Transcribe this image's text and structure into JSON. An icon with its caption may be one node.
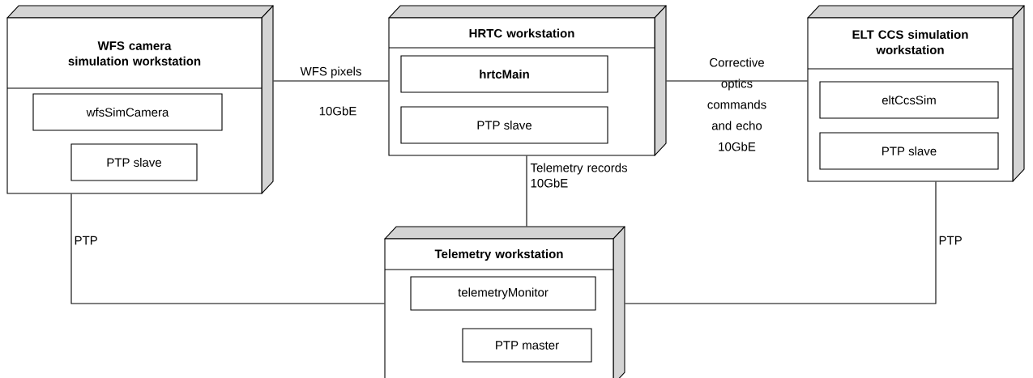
{
  "diagram": {
    "nodes": [
      {
        "text": [
          "WFS camera simulation workstation"
        ]
      },
      {
        "text": [
          "wfsSimCamera"
        ],
        "in": 0
      },
      {
        "text": [
          "PTP slave"
        ],
        "in": 0
      },
      {
        "text": [
          "HRTC workstation"
        ]
      },
      {
        "text": [
          "hrtcMain"
        ],
        "in": 3
      },
      {
        "text": [
          "PTP slave"
        ],
        "in": 3
      },
      {
        "text": [
          "ELT CCS simulation workstation"
        ]
      },
      {
        "text": [
          "eltCcsSim"
        ],
        "in": 6
      },
      {
        "text": [
          "PTP slave"
        ],
        "in": 6
      },
      {
        "text": [
          "Telemetry workstation"
        ]
      },
      {
        "text": [
          "telemetryMonitor"
        ],
        "in": 9
      },
      {
        "text": [
          "PTP master"
        ],
        "in": 9
      }
    ],
    "edges": [
      {
        "from": 0,
        "to": 3,
        "arrow": "none",
        "label": "WFS pixels"
      },
      {
        "from": 3,
        "to": 6,
        "arrow": "none",
        "label": "Corrective optics commands and echo 10GbE"
      },
      {
        "from": 3,
        "to": 9,
        "arrow": "none",
        "label": "Telemetry records 10GbE"
      },
      {
        "from": 0,
        "to": 9,
        "arrow": "none",
        "label": "PTP"
      },
      {
        "from": 6,
        "to": 9,
        "arrow": "none",
        "label": "PTP"
      }
    ],
    "labels": [
      "10GbE"
    ]
  }
}
